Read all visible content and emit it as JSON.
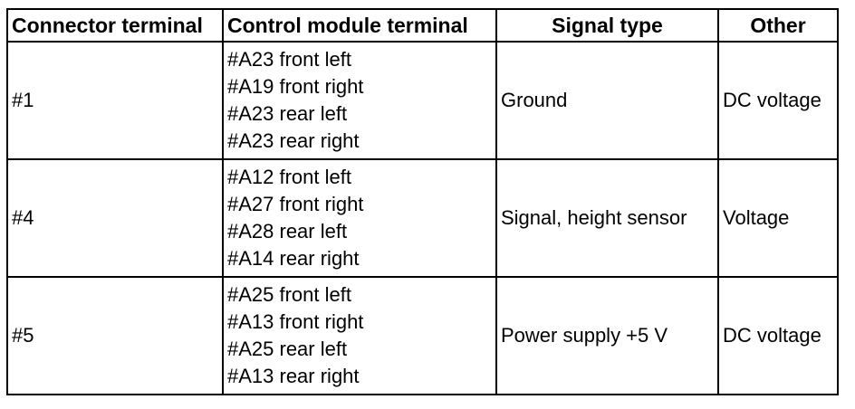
{
  "table": {
    "headers": {
      "connector": "Connector terminal",
      "module": "Control module terminal",
      "signal": "Signal type",
      "other": "Other"
    },
    "rows": [
      {
        "connector": "#1",
        "module_terminals": [
          "#A23 front left",
          "#A19 front right",
          "#A23 rear left",
          "#A23 rear right"
        ],
        "signal": "Ground",
        "other": "DC voltage"
      },
      {
        "connector": "#4",
        "module_terminals": [
          "#A12 front left",
          "#A27 front right",
          "#A28 rear left",
          "#A14 rear right"
        ],
        "signal": "Signal, height sensor",
        "other": "Voltage"
      },
      {
        "connector": "#5",
        "module_terminals": [
          "#A25 front left",
          "#A13 front right",
          "#A25 rear left",
          "#A13 rear right"
        ],
        "signal": "Power supply +5 V",
        "other": "DC voltage"
      }
    ]
  }
}
